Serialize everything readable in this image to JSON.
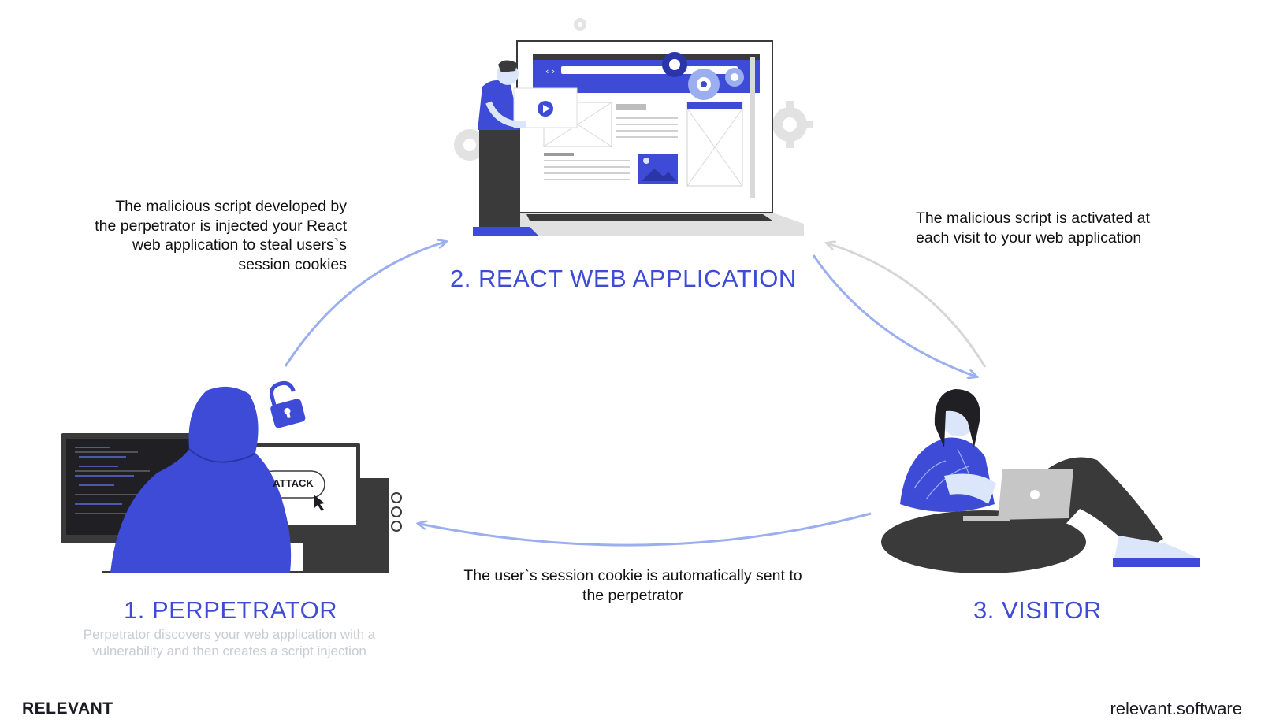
{
  "nodes": {
    "react_app": {
      "title": "2. REACT WEB APPLICATION"
    },
    "perpetrator": {
      "title": "1. PERPETRATOR",
      "description": "Perpetrator discovers your web application with a vulnerability and then creates a script injection",
      "screen_label": "ATTACK"
    },
    "visitor": {
      "title": "3. VISITOR"
    }
  },
  "edges": {
    "inject": "The malicious script developed by the perpetrator is injected your React web application to steal users`s session cookies",
    "activate": "The malicious script is activated at each visit to your web application",
    "cookie": "The user`s session cookie is automatically sent to the perpetrator"
  },
  "footer": {
    "brand": "RELEVANT",
    "site": "relevant.software"
  },
  "colors": {
    "accent": "#3d4bd6",
    "arrow_blue": "#9aaef0",
    "arrow_grey": "#d6d6d6",
    "dark": "#3a3a3a",
    "light_blue": "#dbe6fb"
  },
  "icons": [
    "gear-icon",
    "padlock-icon",
    "play-icon",
    "image-icon",
    "cursor-icon"
  ]
}
